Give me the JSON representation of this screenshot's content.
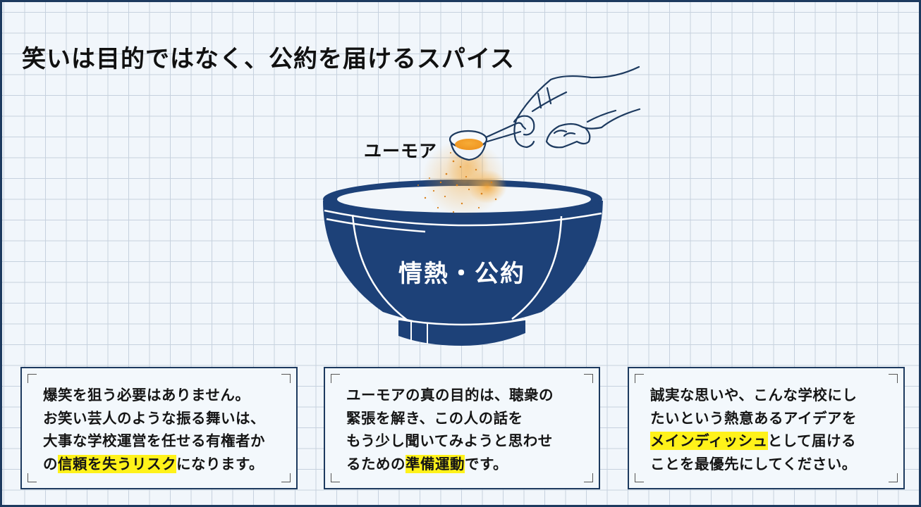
{
  "title": "笑いは目的ではなく、公約を届けるスパイス",
  "illustration": {
    "spice_label": "ユーモア",
    "bowl_label": "情熱・公約",
    "colors": {
      "bowl": "#1d4178",
      "spice": "#f2a531",
      "line_art": "#1d3a5f",
      "grid": "#c6d1de",
      "background": "#f1f6fb"
    }
  },
  "cards": [
    {
      "lines": [
        {
          "parts": [
            {
              "text": "爆笑を狙う必要はありません。",
              "highlight": false
            }
          ]
        },
        {
          "parts": [
            {
              "text": "お笑い芸人のような振る舞いは、",
              "highlight": false
            }
          ]
        },
        {
          "parts": [
            {
              "text": "大事な学校運営を任せる有権者か",
              "highlight": false
            }
          ]
        },
        {
          "parts": [
            {
              "text": "の",
              "highlight": false
            },
            {
              "text": "信頼を失うリスク",
              "highlight": true
            },
            {
              "text": "になります。",
              "highlight": false
            }
          ]
        }
      ]
    },
    {
      "lines": [
        {
          "parts": [
            {
              "text": "ユーモアの真の目的は、聴衆の",
              "highlight": false
            }
          ]
        },
        {
          "parts": [
            {
              "text": "緊張を解き、この人の話を",
              "highlight": false
            }
          ]
        },
        {
          "parts": [
            {
              "text": "もう少し聞いてみようと思わせ",
              "highlight": false
            }
          ]
        },
        {
          "parts": [
            {
              "text": "るための",
              "highlight": false
            },
            {
              "text": "準備運動",
              "highlight": true
            },
            {
              "text": "です。",
              "highlight": false
            }
          ]
        }
      ]
    },
    {
      "lines": [
        {
          "parts": [
            {
              "text": "誠実な思いや、こんな学校にし",
              "highlight": false
            }
          ]
        },
        {
          "parts": [
            {
              "text": "たいという熱意あるアイデアを",
              "highlight": false
            }
          ]
        },
        {
          "parts": [
            {
              "text": "メインディッシュ",
              "highlight": true
            },
            {
              "text": "として届ける",
              "highlight": false
            }
          ]
        },
        {
          "parts": [
            {
              "text": "ことを最優先にしてください。",
              "highlight": false
            }
          ]
        }
      ]
    }
  ],
  "highlight_color": "#fff21a"
}
